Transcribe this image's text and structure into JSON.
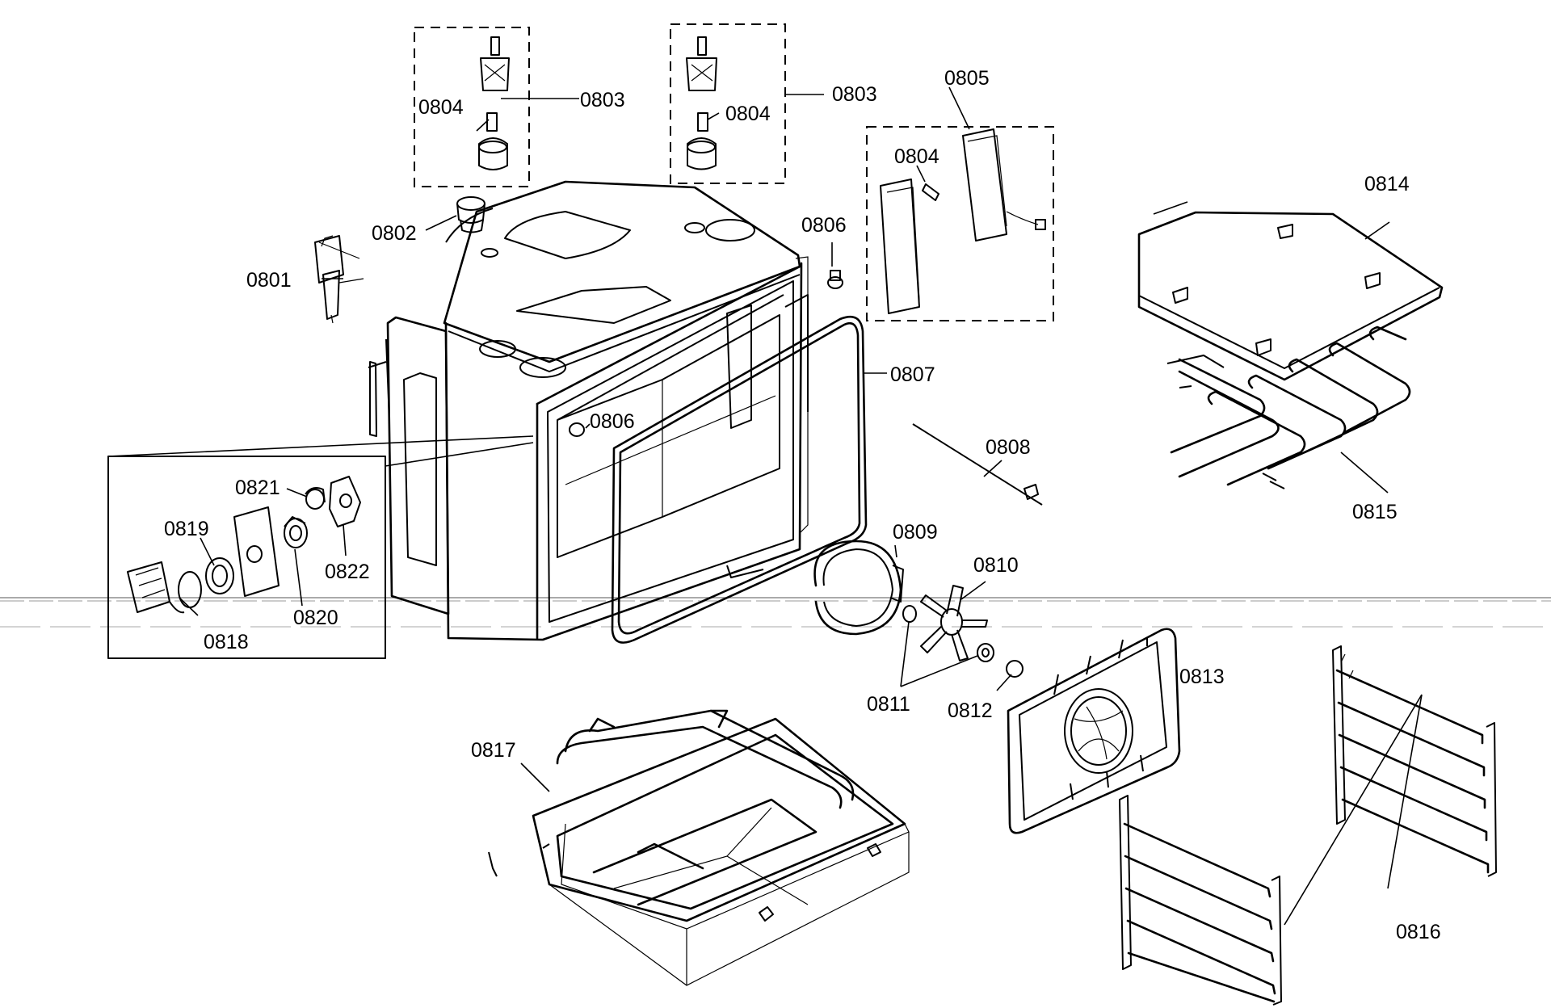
{
  "labels": {
    "l0801": "0801",
    "l0802": "0802",
    "l0803a": "0803",
    "l0803b": "0803",
    "l0804a": "0804",
    "l0804b": "0804",
    "l0804c": "0804",
    "l0805": "0805",
    "l0806a": "0806",
    "l0806b": "0806",
    "l0807": "0807",
    "l0808": "0808",
    "l0809": "0809",
    "l0810": "0810",
    "l0811": "0811",
    "l0812": "0812",
    "l0813": "0813",
    "l0814": "0814",
    "l0815": "0815",
    "l0816": "0816",
    "l0817": "0817",
    "l0818": "0818",
    "l0819": "0819",
    "l0820": "0820",
    "l0821": "0821",
    "l0822": "0822"
  }
}
